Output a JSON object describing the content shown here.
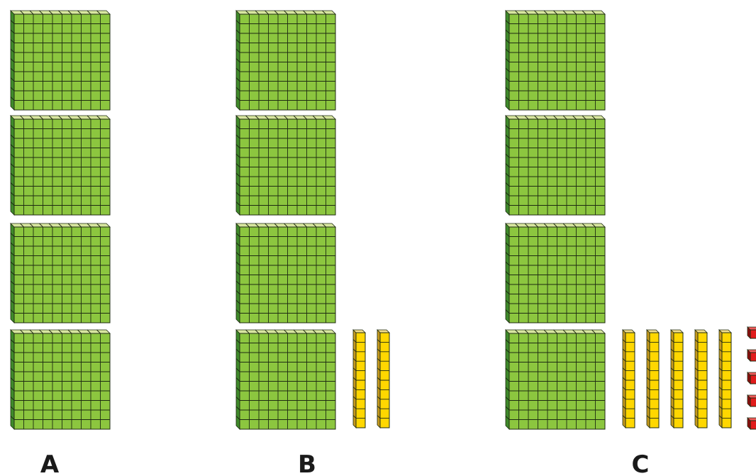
{
  "figure": {
    "groups": [
      {
        "label": "A",
        "hundreds": 4,
        "tens": 0,
        "ones": 0
      },
      {
        "label": "B",
        "hundreds": 4,
        "tens": 2,
        "ones": 0
      },
      {
        "label": "C",
        "hundreds": 4,
        "tens": 5,
        "ones": 5
      }
    ]
  },
  "colors": {
    "flat_face": "#8cc63f",
    "flat_side": "#3f8a2a",
    "flat_top": "#d8e6a0",
    "rod_face": "#ffd700",
    "rod_side": "#c79a1c",
    "rod_top": "#f1dc8c",
    "unit_face": "#e01b1b",
    "unit_side": "#8e0d0d",
    "unit_top": "#f05a5a",
    "outline": "#1e2b12"
  }
}
